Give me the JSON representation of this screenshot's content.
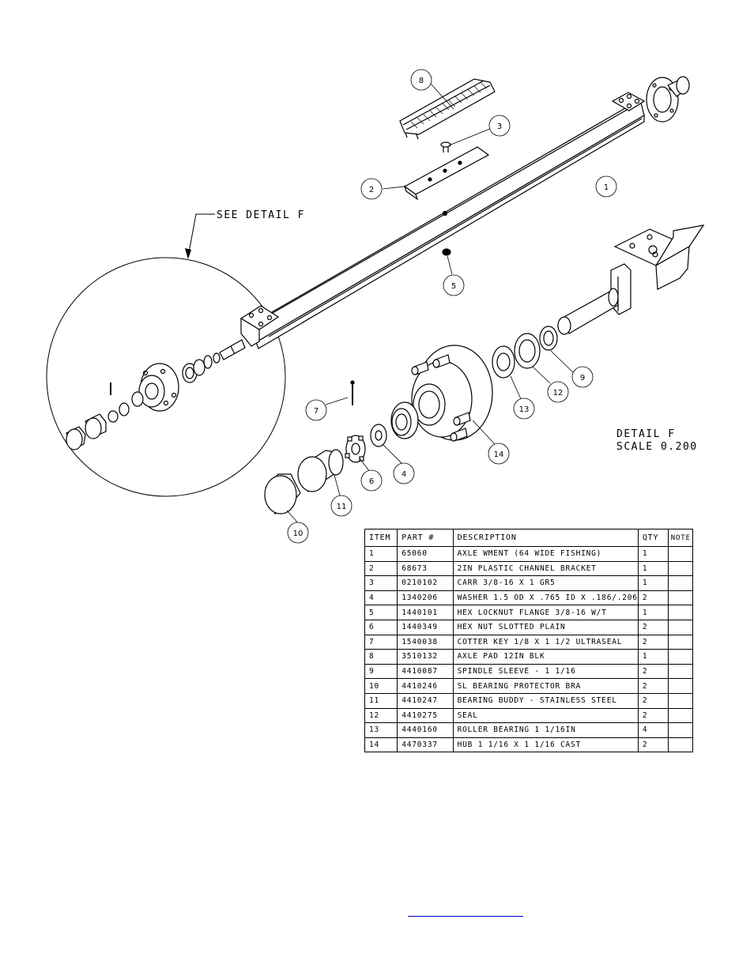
{
  "detail": {
    "see_detail": "SEE DETAIL  F",
    "title": "DETAIL  F",
    "scale": "SCALE  0.200"
  },
  "callouts": [
    "1",
    "2",
    "3",
    "4",
    "5",
    "6",
    "7",
    "8",
    "9",
    "10",
    "11",
    "12",
    "13",
    "14"
  ],
  "table": {
    "headers": [
      "ITEM",
      "PART #",
      "DESCRIPTION",
      "QTY",
      "NOTE"
    ],
    "rows": [
      [
        "1",
        "65060",
        "AXLE WMENT (64 WIDE FISHING)",
        "1",
        ""
      ],
      [
        "2",
        "68673",
        "2IN PLASTIC CHANNEL BRACKET",
        "1",
        ""
      ],
      [
        "3",
        "0210102",
        "CARR 3/8-16 X 1 GR5",
        "1",
        ""
      ],
      [
        "4",
        "1340206",
        "WASHER 1.5 OD X .765 ID X .186/.206",
        "2",
        ""
      ],
      [
        "5",
        "1440101",
        "HEX LOCKNUT FLANGE 3/8-16 W/T",
        "1",
        ""
      ],
      [
        "6",
        "1440349",
        "HEX NUT SLOTTED PLAIN",
        "2",
        ""
      ],
      [
        "7",
        "1540038",
        "COTTER KEY 1/8 X 1 1/2 ULTRASEAL",
        "2",
        ""
      ],
      [
        "8",
        "3510132",
        "AXLE PAD 12IN  BLK",
        "1",
        ""
      ],
      [
        "9",
        "4410087",
        "SPINDLE SLEEVE - 1 1/16",
        "2",
        ""
      ],
      [
        "10",
        "4410246",
        "SL BEARING PROTECTOR BRA",
        "2",
        ""
      ],
      [
        "11",
        "4410247",
        "BEARING BUDDY - STAINLESS STEEL",
        "2",
        ""
      ],
      [
        "12",
        "4410275",
        "SEAL",
        "2",
        ""
      ],
      [
        "13",
        "4440160",
        "ROLLER BEARING   1 1/16IN",
        "4",
        ""
      ],
      [
        "14",
        "4470337",
        "HUB   1 1/16 X 1 1/16 CAST",
        "2",
        ""
      ]
    ]
  }
}
